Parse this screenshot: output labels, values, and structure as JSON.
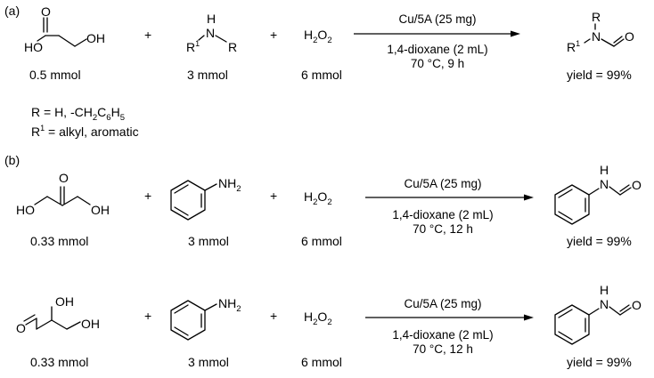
{
  "panel_a": {
    "label": "(a)",
    "reactant1": {
      "atoms": {
        "o_carbonyl": "O",
        "ho": "HO",
        "oh": "OH"
      },
      "amount": "0.5 mmol"
    },
    "plus1": "+",
    "reactant2": {
      "atoms": {
        "h": "H",
        "n": "N",
        "r1": "R",
        "r1_sup": "1",
        "r": "R"
      },
      "amount": "3 mmol"
    },
    "plus2": "+",
    "oxidant": {
      "main": "H",
      "sub": "2",
      "o": "O",
      "o_sub": "2",
      "amount": "6 mmol"
    },
    "conditions": {
      "top": "Cu/5A (25 mg)",
      "solvent": "1,4-dioxane (2 mL)",
      "temp_time": "70 °C, 9 h"
    },
    "product": {
      "atoms": {
        "r": "R",
        "r1": "R",
        "r1_sup": "1",
        "n": "N",
        "o": "O"
      },
      "yield": "yield = 99%"
    },
    "notes": {
      "r_line": {
        "prefix": "R = H, -CH",
        "sub1": "2",
        "mid": "C",
        "sub2": "6",
        "h": "H",
        "sub3": "5"
      },
      "r1_line": {
        "r": "R",
        "sup": "1",
        "rest": " = alkyl, aromatic"
      }
    }
  },
  "panel_b": {
    "label": "(b)",
    "rows": [
      {
        "reactant1": {
          "atoms": {
            "ho": "HO",
            "o": "O",
            "oh": "OH"
          },
          "amount": "0.33  mmol"
        },
        "plus1": "+",
        "amine": {
          "nh": "NH",
          "nh_sub": "2",
          "amount": "3 mmol"
        },
        "plus2": "+",
        "oxidant": {
          "main": "H",
          "sub": "2",
          "o": "O",
          "o_sub": "2",
          "amount": "6 mmol"
        },
        "conditions": {
          "top": "Cu/5A (25 mg)",
          "solvent": "1,4-dioxane (2 mL)",
          "temp_time": "70 °C, 12 h"
        },
        "product": {
          "atoms": {
            "h": "H",
            "n": "N",
            "o": "O"
          },
          "yield": "yield = 99%"
        }
      },
      {
        "reactant1": {
          "atoms": {
            "o": "O",
            "oh_top": "OH",
            "oh": "OH"
          },
          "amount": "0.33  mmol"
        },
        "plus1": "+",
        "amine": {
          "nh": "NH",
          "nh_sub": "2",
          "amount": "3 mmol"
        },
        "plus2": "+",
        "oxidant": {
          "main": "H",
          "sub": "2",
          "o": "O",
          "o_sub": "2",
          "amount": "6 mmol"
        },
        "conditions": {
          "top": "Cu/5A (25 mg)",
          "solvent": "1,4-dioxane (2 mL)",
          "temp_time": "70 °C, 12 h"
        },
        "product": {
          "atoms": {
            "h": "H",
            "n": "N",
            "o": "O"
          },
          "yield": "yield = 99%"
        }
      }
    ]
  }
}
